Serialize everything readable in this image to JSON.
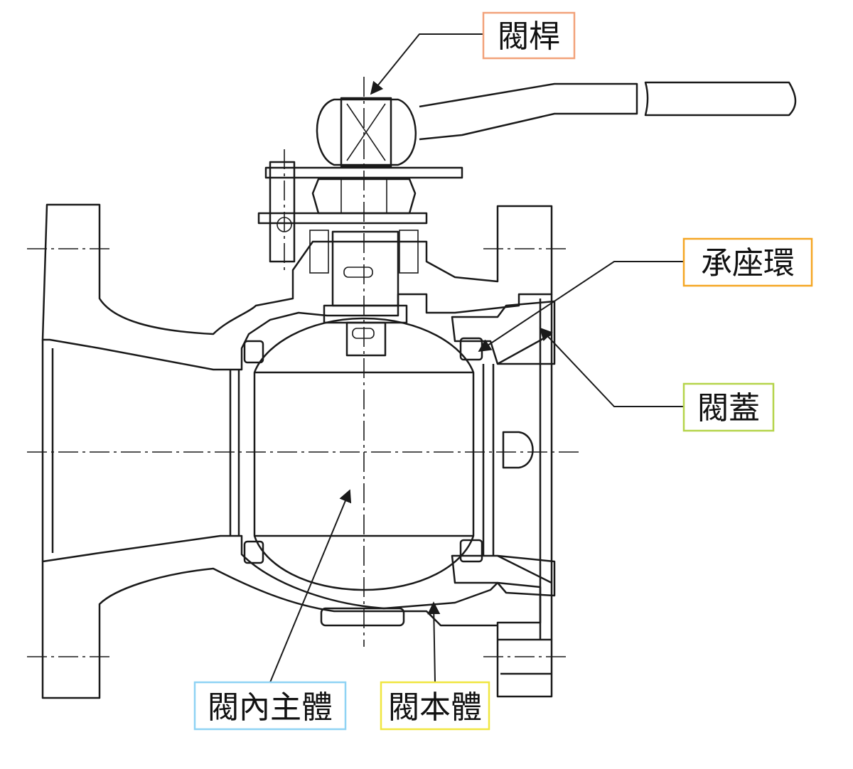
{
  "labels": {
    "stem": "閥桿",
    "seat_ring": "承座環",
    "bonnet": "閥蓋",
    "ball": "閥內主體",
    "body": "閥本體"
  },
  "colors": {
    "body": "#f7f356",
    "ball": "#aee1f9",
    "stem": "#f2b48a",
    "seat": "#f6a623",
    "bonnet": "#cfe07a",
    "stem_border": "#f2a27a",
    "seat_border": "#f5a623",
    "bonnet_border": "#b5d44a",
    "ball_border": "#8fd3f4",
    "body_border": "#f0e640"
  }
}
